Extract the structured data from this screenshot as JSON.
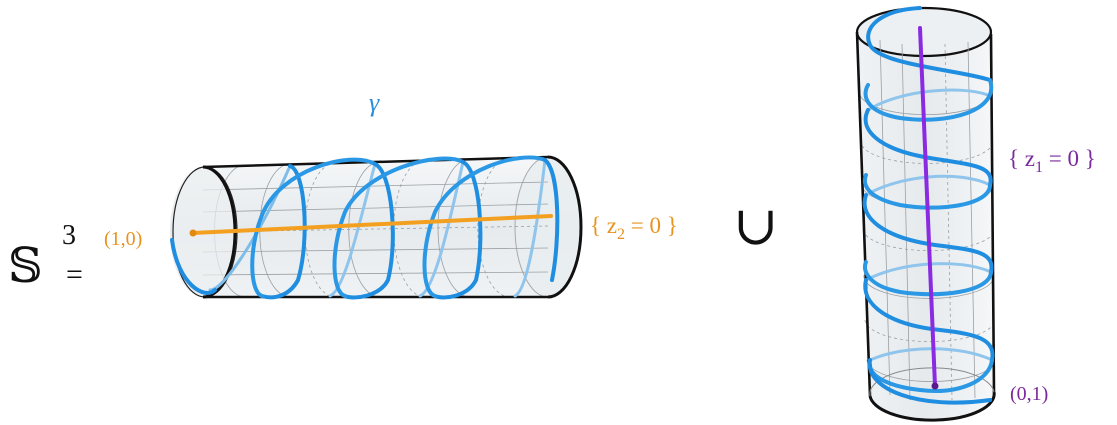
{
  "equation": {
    "lhs_symbol": "𝕊",
    "lhs_exponent": "3",
    "equals": "=",
    "union": "∪"
  },
  "labels": {
    "gamma": "γ",
    "point_left": "(1,0)",
    "point_right": "(0,1)",
    "set_left": {
      "open": "{ z",
      "sub": "2",
      "rest": " = 0 }"
    },
    "set_right": {
      "open": "{ z",
      "sub": "1",
      "rest": " = 0 }"
    }
  },
  "colors": {
    "helix": "#2e9be6",
    "core_left": "#f3a020",
    "core_right": "#8a2be2",
    "label_left": "#e8931f",
    "label_right": "#7a2a9c",
    "gamma": "#2a8fd8",
    "cylinder_fill": "#e7ecef",
    "cylinder_edge": "#111111"
  }
}
